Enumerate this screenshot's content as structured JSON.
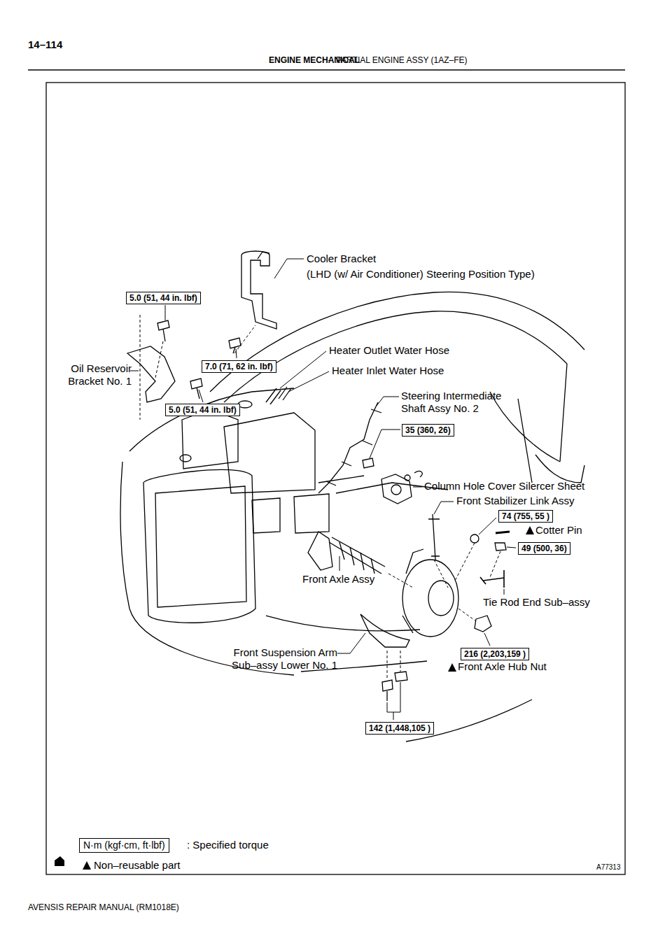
{
  "diagram": {
    "nodes": [
      {
        "text": [
          "5.0 (51, 44 in. lbf)"
        ]
      },
      {
        "text": [
          "7.0 (71, 62 in. lbf)"
        ]
      },
      {
        "text": [
          "5.0 (51, 44 in. lbf)"
        ]
      },
      {
        "text": [
          "35 (360, 26)"
        ]
      },
      {
        "text": [
          "74 (755, 55 )"
        ]
      },
      {
        "text": [
          "49 (500, 36)"
        ]
      },
      {
        "text": [
          "216 (2,203,159 )"
        ]
      },
      {
        "text": [
          "142 (1,448,105 )"
        ]
      },
      {
        "text": [
          "N·m (kgf·cm, ft·lbf)"
        ]
      }
    ],
    "labels": [
      "14–114",
      "ENGINE MECHANICAL",
      "–",
      "PARTIAL ENGINE ASSY (1AZ–FE)",
      "Cooler Bracket",
      "(LHD (w/ Air Conditioner) Steering Position Type)",
      "Heater Outlet Water Hose",
      "Oil Reservoir Bracket No. 1",
      "Heater Inlet Water Hose",
      "Steering Intermediate Shaft Assy No. 2",
      "Column Hole Cover Silercer Sheet",
      "Front Stabilizer Link Assy",
      "Cotter Pin",
      "Front Axle Assy",
      "Tie Rod End Sub–assy",
      "Front Suspension Arm Sub–assy Lower No. 1",
      "Front Axle Hub Nut",
      "A77313",
      "AVENSIS REPAIR MANUAL (RM1018E)"
    ],
    "legend": [
      {
        "text": ": Specified torque"
      },
      {
        "text": "Non–reusable part"
      }
    ]
  }
}
